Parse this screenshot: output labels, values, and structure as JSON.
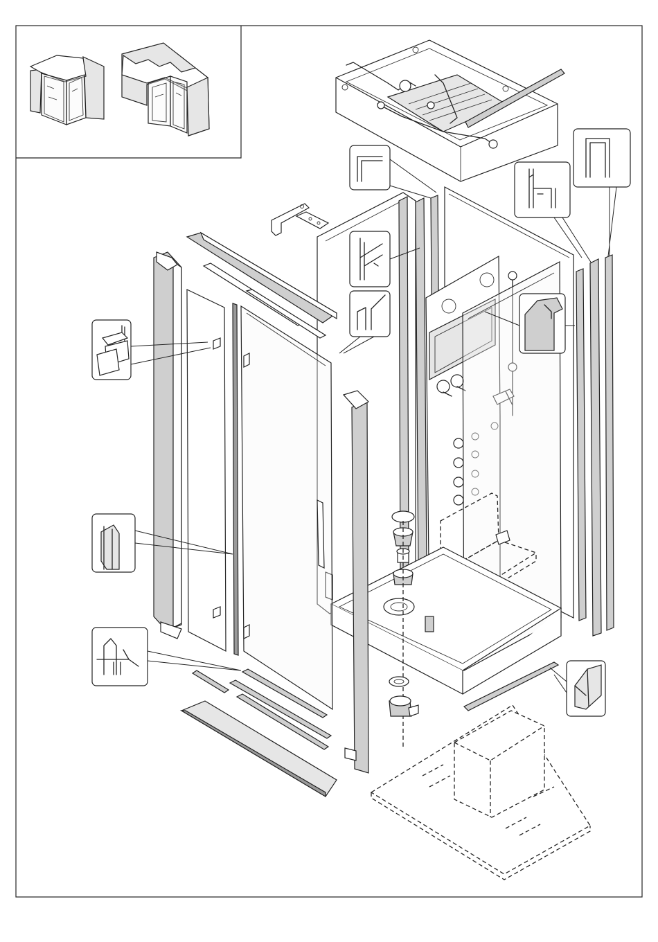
{
  "drawing": {
    "kind": "exploded-assembly",
    "inset_views": [
      "corner-cabin-icon",
      "wall-recess-cabin-icon"
    ],
    "callouts": [
      "top-corner-profile-callout",
      "glass-seal-profile-callout",
      "clip-profile-callout",
      "hinge-parts-callout",
      "round-seal-callout",
      "magnetic-seal-callout",
      "bottom-seal-callout",
      "side-wall-profile-callout",
      "rear-seal-callout",
      "u-channel-callout",
      "threshold-profile-callout"
    ],
    "colors": {
      "line": "#222222",
      "fill_grey": "#cfcfcf",
      "fill_light": "#e6e6e6"
    }
  }
}
